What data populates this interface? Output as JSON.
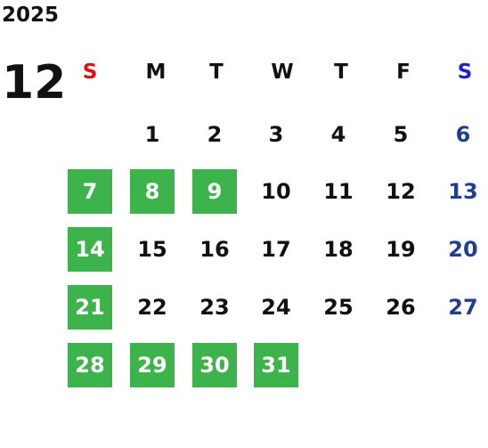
{
  "calendar": {
    "year": "2025",
    "month": "12",
    "weekday_headers": [
      "S",
      "M",
      "T",
      "W",
      "T",
      "F",
      "S"
    ],
    "weekday_colors": [
      "#e01010",
      "#111111",
      "#111111",
      "#111111",
      "#111111",
      "#111111",
      "#1a22cc"
    ],
    "weeks": [
      [
        "",
        "1",
        "2",
        "3",
        "4",
        "5",
        "6"
      ],
      [
        "7",
        "8",
        "9",
        "10",
        "11",
        "12",
        "13"
      ],
      [
        "14",
        "15",
        "16",
        "17",
        "18",
        "19",
        "20"
      ],
      [
        "21",
        "22",
        "23",
        "24",
        "25",
        "26",
        "27"
      ],
      [
        "28",
        "29",
        "30",
        "31",
        "",
        "",
        ""
      ]
    ],
    "highlighted_days": [
      "7",
      "8",
      "9",
      "14",
      "21",
      "28",
      "29",
      "30",
      "31"
    ],
    "highlight_color": "#3cb44b",
    "saturday_color": "#1f3f8f"
  }
}
